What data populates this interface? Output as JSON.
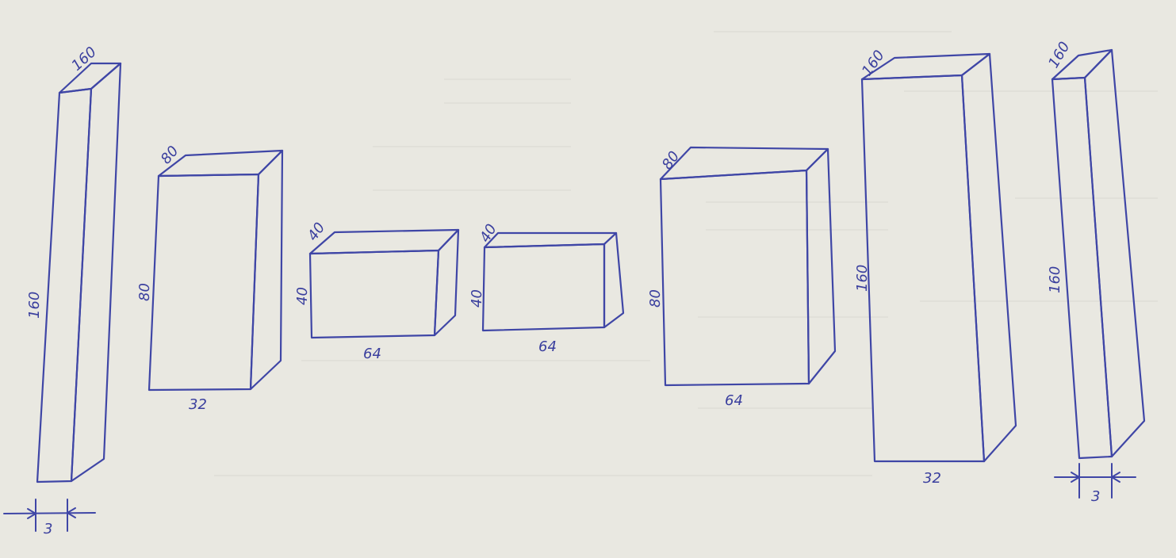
{
  "blocks": [
    {
      "name": "block-1",
      "depth_label": "160",
      "height_label": "160",
      "width_label": "3"
    },
    {
      "name": "block-2",
      "depth_label": "80",
      "height_label": "80",
      "width_label": "32"
    },
    {
      "name": "block-3",
      "depth_label": "40",
      "height_label": "40",
      "width_label": "64"
    },
    {
      "name": "block-4",
      "depth_label": "40",
      "height_label": "40",
      "width_label": "64"
    },
    {
      "name": "block-5",
      "depth_label": "80",
      "height_label": "80",
      "width_label": "64"
    },
    {
      "name": "block-6",
      "depth_label": "160",
      "height_label": "160",
      "width_label": "32"
    },
    {
      "name": "block-7",
      "depth_label": "160",
      "height_label": "160",
      "width_label": "3"
    }
  ]
}
